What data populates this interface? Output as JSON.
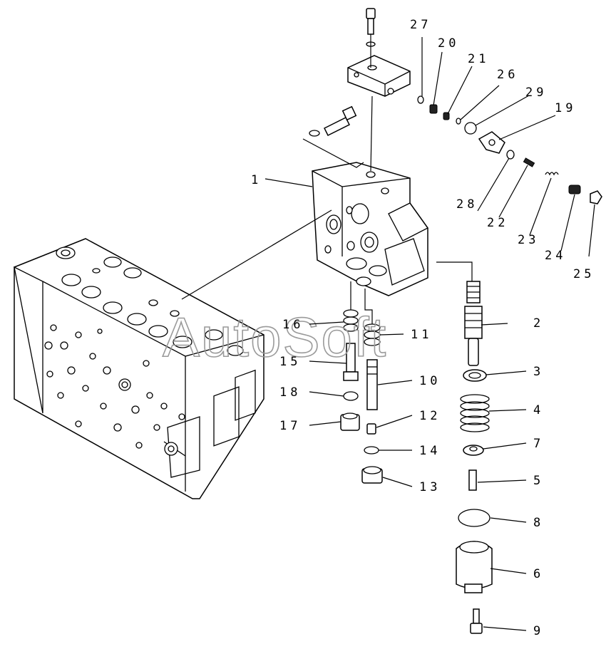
{
  "watermark": "AutoSoft",
  "callouts": [
    {
      "id": "1",
      "label": "1"
    },
    {
      "id": "2",
      "label": "2"
    },
    {
      "id": "3",
      "label": "3"
    },
    {
      "id": "4",
      "label": "4"
    },
    {
      "id": "5",
      "label": "5"
    },
    {
      "id": "6",
      "label": "6"
    },
    {
      "id": "7",
      "label": "7"
    },
    {
      "id": "8",
      "label": "8"
    },
    {
      "id": "9",
      "label": "9"
    },
    {
      "id": "10",
      "label": "10"
    },
    {
      "id": "11",
      "label": "11"
    },
    {
      "id": "12",
      "label": "12"
    },
    {
      "id": "13",
      "label": "13"
    },
    {
      "id": "14",
      "label": "14"
    },
    {
      "id": "15",
      "label": "15"
    },
    {
      "id": "16",
      "label": "16"
    },
    {
      "id": "17",
      "label": "17"
    },
    {
      "id": "18",
      "label": "18"
    },
    {
      "id": "19",
      "label": "19"
    },
    {
      "id": "20",
      "label": "20"
    },
    {
      "id": "21",
      "label": "21"
    },
    {
      "id": "22",
      "label": "22"
    },
    {
      "id": "23",
      "label": "23"
    },
    {
      "id": "24",
      "label": "24"
    },
    {
      "id": "25",
      "label": "25"
    },
    {
      "id": "26",
      "label": "26"
    },
    {
      "id": "27",
      "label": "27"
    },
    {
      "id": "28",
      "label": "28"
    },
    {
      "id": "29",
      "label": "29"
    }
  ]
}
